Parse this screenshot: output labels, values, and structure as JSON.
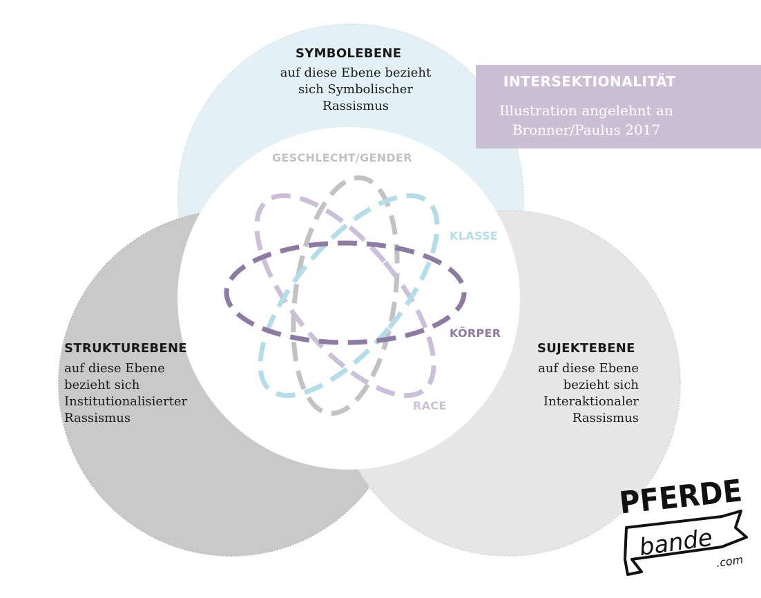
{
  "title_box": {
    "title": "INTERSEKTIONALITÄT",
    "subtitle_lines": [
      "Illustration angelehnt an",
      "Bronner/Paulus 2017"
    ]
  },
  "levels": {
    "symbol": {
      "title": "SYMBOLEBENE",
      "lines": [
        "auf diese Ebene bezieht",
        "sich Symbolischer",
        "Rassismus"
      ]
    },
    "structure": {
      "title": "STRUKTUREBENE",
      "lines": [
        "auf diese Ebene",
        "bezieht sich",
        "Institutionalisierter",
        "Rassismus"
      ]
    },
    "subject": {
      "title": "SUJEKTEBENE",
      "lines": [
        "auf diese Ebene",
        "bezieht sich",
        "Interaktionaler",
        "Rassismus"
      ]
    }
  },
  "categories": {
    "gender": "GESCHLECHT/GENDER",
    "class": "KLASSE",
    "body": "KÖRPER",
    "race": "RACE"
  },
  "logo": {
    "top": "PFERDE",
    "middle": "bande",
    "bottom": ".com"
  },
  "colors": {
    "symbol_circle": "#e3f0f5",
    "structure_circle": "#c9c9c9",
    "subject_circle": "#e6e6e6",
    "gender": "#c2c2c2",
    "class": "#b2dde9",
    "body": "#8e7ba3",
    "race": "#cbbfd9",
    "title_box": "#cbbfd6"
  }
}
